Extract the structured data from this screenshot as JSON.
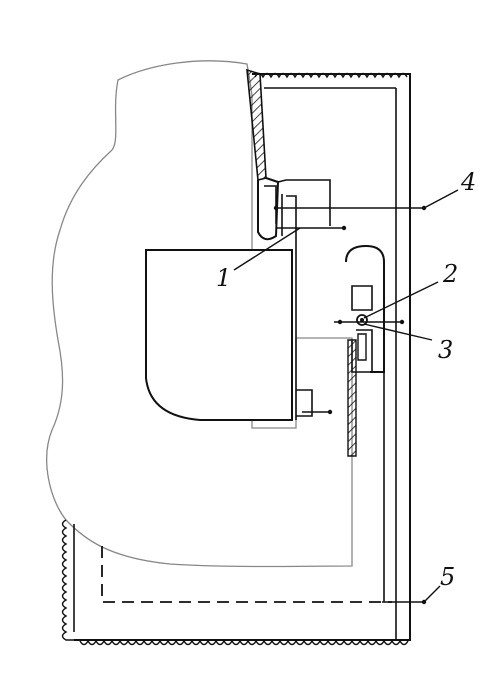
{
  "diagram": {
    "labels": {
      "one": "1",
      "two": "2",
      "three": "3",
      "four": "4",
      "five": "5"
    },
    "colors": {
      "ink": "#111111",
      "outline": "#888888",
      "paper": "#ffffff"
    }
  }
}
